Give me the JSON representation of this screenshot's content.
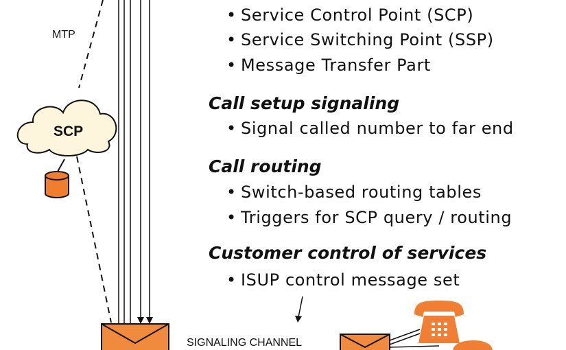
{
  "diagram": {
    "labels": {
      "mtp": "MTP",
      "scp": "SCP",
      "signaling_channel": "SIGNALING CHANNEL"
    },
    "sections": [
      {
        "heading": "",
        "bullets": [
          "Service Control Point (SCP)",
          "Service Switching Point (SSP)",
          "Message Transfer Part"
        ]
      },
      {
        "heading": "Call setup signaling",
        "bullets": [
          "Signal called number to far end"
        ]
      },
      {
        "heading": "Call routing",
        "bullets": [
          "Switch-based routing tables",
          "Triggers for SCP query / routing"
        ]
      },
      {
        "heading": "Customer control of services",
        "bullets": [
          "ISUP control message set"
        ]
      }
    ],
    "bullet_char": "•",
    "colors": {
      "switch_fill": "#F08A3C",
      "cloud_fill": "#FDF6DC",
      "database_fill": "#EF7F2F",
      "phone_fill": "#F07F33",
      "line": "#111111"
    },
    "icons": [
      "cloud-icon",
      "database-icon",
      "envelope-switch-icon",
      "telephone-icon"
    ]
  }
}
